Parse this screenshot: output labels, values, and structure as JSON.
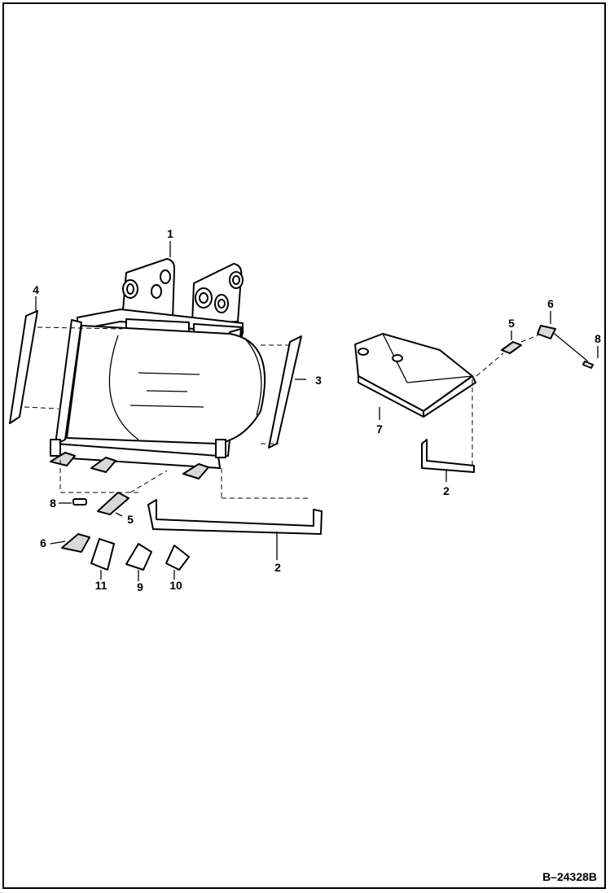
{
  "diagram": {
    "callouts": {
      "bucket": "1",
      "cutting_edge_left": "2",
      "cutting_edge_right": "2",
      "side_cutter_right": "3",
      "side_cutter_left": "4",
      "pin_retainer_left": "5",
      "pin_retainer_right": "5",
      "tooth_left": "6",
      "tooth_right": "6",
      "adapter": "7",
      "pin_left": "8",
      "pin_right": "8",
      "tooth_rock": "9",
      "tooth_penetration": "10",
      "tooth_standard": "11"
    },
    "drawing_code": "B–24328B"
  }
}
